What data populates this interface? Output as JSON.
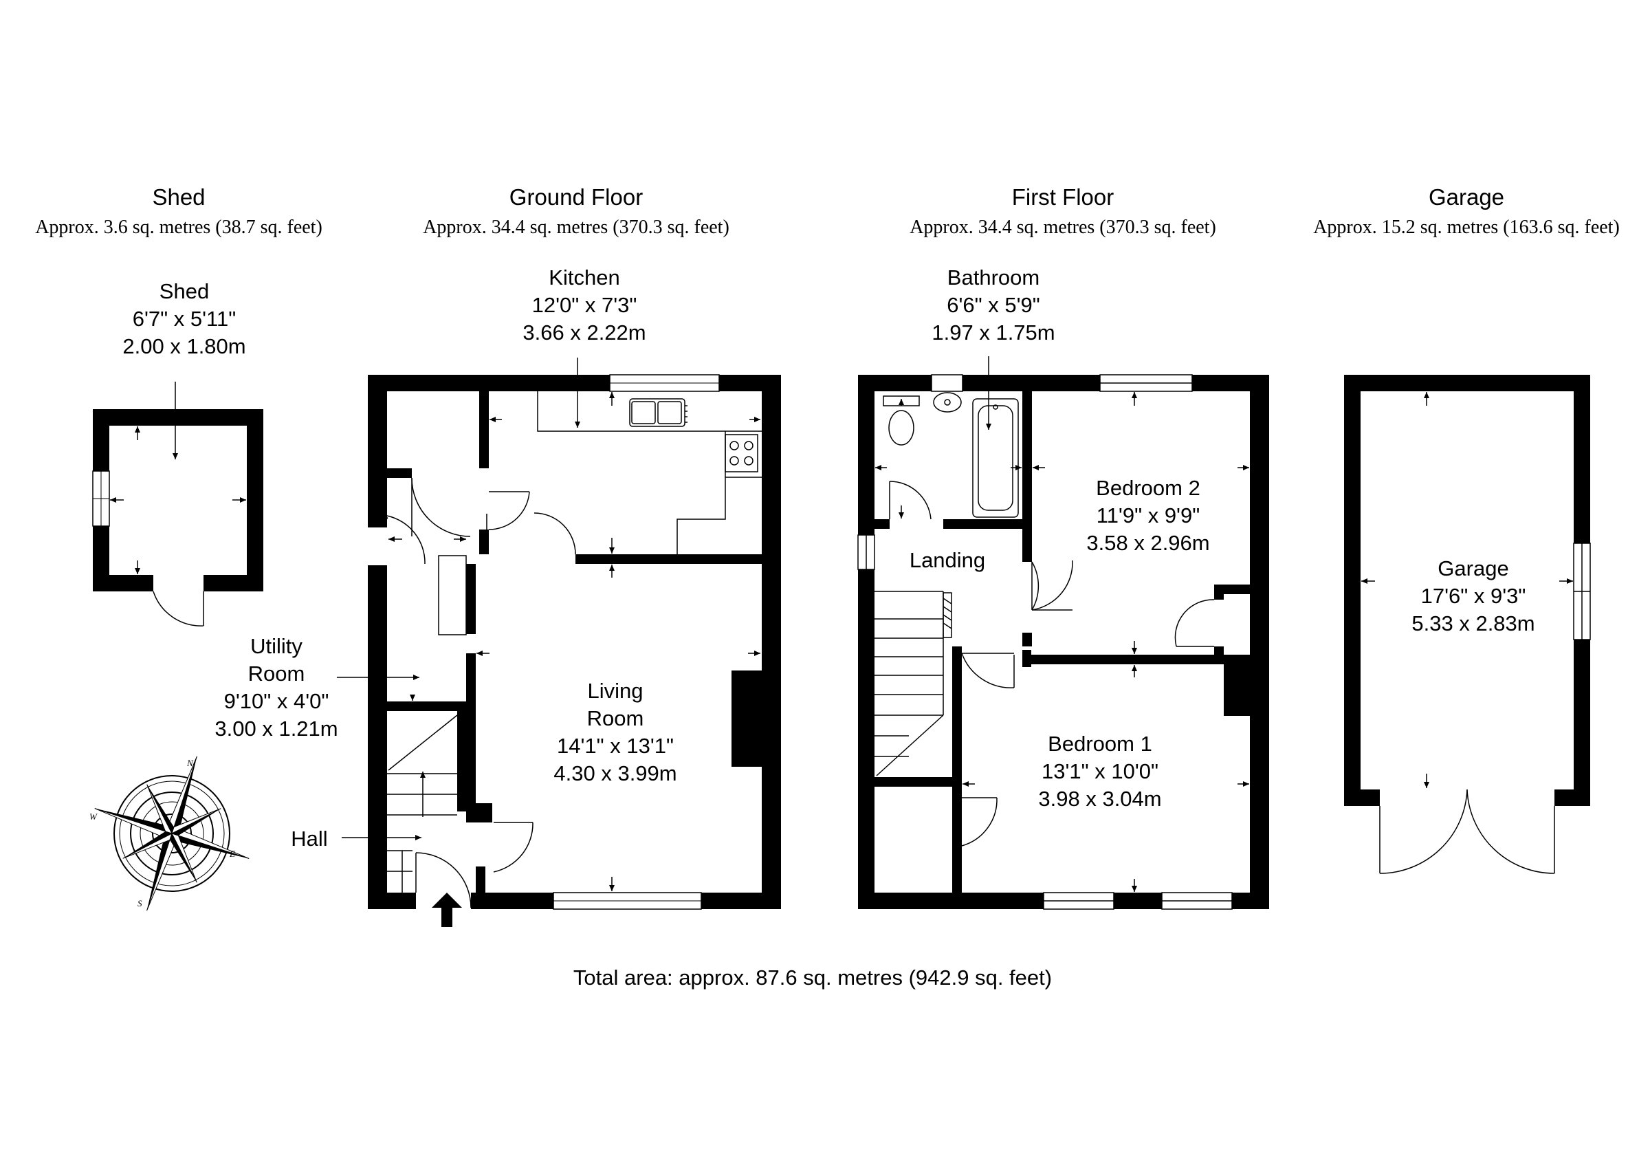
{
  "floors": {
    "shed": {
      "title": "Shed",
      "area": "Approx. 3.6 sq. metres (38.7 sq. feet)"
    },
    "ground": {
      "title": "Ground Floor",
      "area": "Approx. 34.4 sq. metres (370.3 sq. feet)"
    },
    "first": {
      "title": "First Floor",
      "area": "Approx. 34.4 sq. metres (370.3 sq. feet)"
    },
    "garage": {
      "title": "Garage",
      "area": "Approx. 15.2 sq. metres (163.6 sq. feet)"
    }
  },
  "rooms": {
    "shed": {
      "name": "Shed",
      "imperial": "6'7\" x 5'11\"",
      "metric": "2.00 x 1.80m"
    },
    "kitchen": {
      "name": "Kitchen",
      "imperial": "12'0\" x 7'3\"",
      "metric": "3.66 x 2.22m"
    },
    "utility": {
      "name1": "Utility",
      "name2": "Room",
      "imperial": "9'10\" x 4'0\"",
      "metric": "3.00 x 1.21m"
    },
    "living": {
      "name1": "Living",
      "name2": "Room",
      "imperial": "14'1\" x 13'1\"",
      "metric": "4.30 x 3.99m"
    },
    "hall": {
      "name": "Hall"
    },
    "bathroom": {
      "name": "Bathroom",
      "imperial": "6'6\" x 5'9\"",
      "metric": "1.97 x 1.75m"
    },
    "bedroom2": {
      "name": "Bedroom 2",
      "imperial": "11'9\" x 9'9\"",
      "metric": "3.58 x 2.96m"
    },
    "landing": {
      "name": "Landing"
    },
    "bedroom1": {
      "name": "Bedroom 1",
      "imperial": "13'1\" x 10'0\"",
      "metric": "3.98 x 3.04m"
    },
    "garage": {
      "name": "Garage",
      "imperial": "17'6\" x 9'3\"",
      "metric": "5.33 x 2.83m"
    }
  },
  "compass": {
    "n": "N",
    "e": "E",
    "s": "S",
    "w": "W"
  },
  "total_area": "Total area: approx. 87.6 sq. metres (942.9 sq. feet)"
}
